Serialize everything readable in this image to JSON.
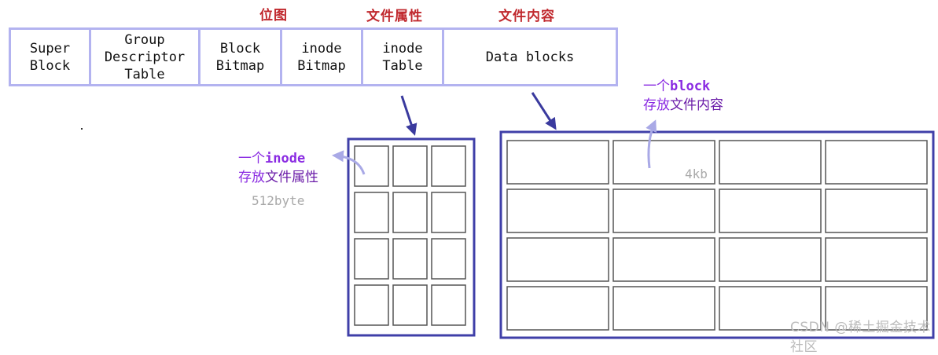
{
  "top_labels": {
    "bitmap": "位图",
    "attr": "文件属性",
    "content": "文件内容"
  },
  "sections": [
    {
      "label": "Super\nBlock"
    },
    {
      "label": "Group\nDescriptor\nTable"
    },
    {
      "label": "Block\nBitmap"
    },
    {
      "label": "inode\nBitmap"
    },
    {
      "label": "inode\nTable"
    },
    {
      "label": "Data blocks"
    }
  ],
  "inode_note": {
    "prefix": "一个",
    "keyword": "inode",
    "line2_a": "存放",
    "line2_b": "文件属性",
    "size": "512byte"
  },
  "block_note": {
    "prefix": "一个",
    "keyword": "block",
    "line2_a": "存放",
    "line2_b": "文件内容",
    "size": "4kb"
  },
  "watermark": "CSDN @稀土掘金技术社区",
  "colors": {
    "bar_border": "#b3b3f0",
    "grid_border": "#3f3fa8",
    "arrow": "#3a3a9e",
    "note_arrow": "#a9a9e6",
    "label_red": "#c0282d",
    "note_purple": "#8a2be2"
  },
  "icons": [
    "arrow-down-icon",
    "curved-arrow-icon"
  ]
}
